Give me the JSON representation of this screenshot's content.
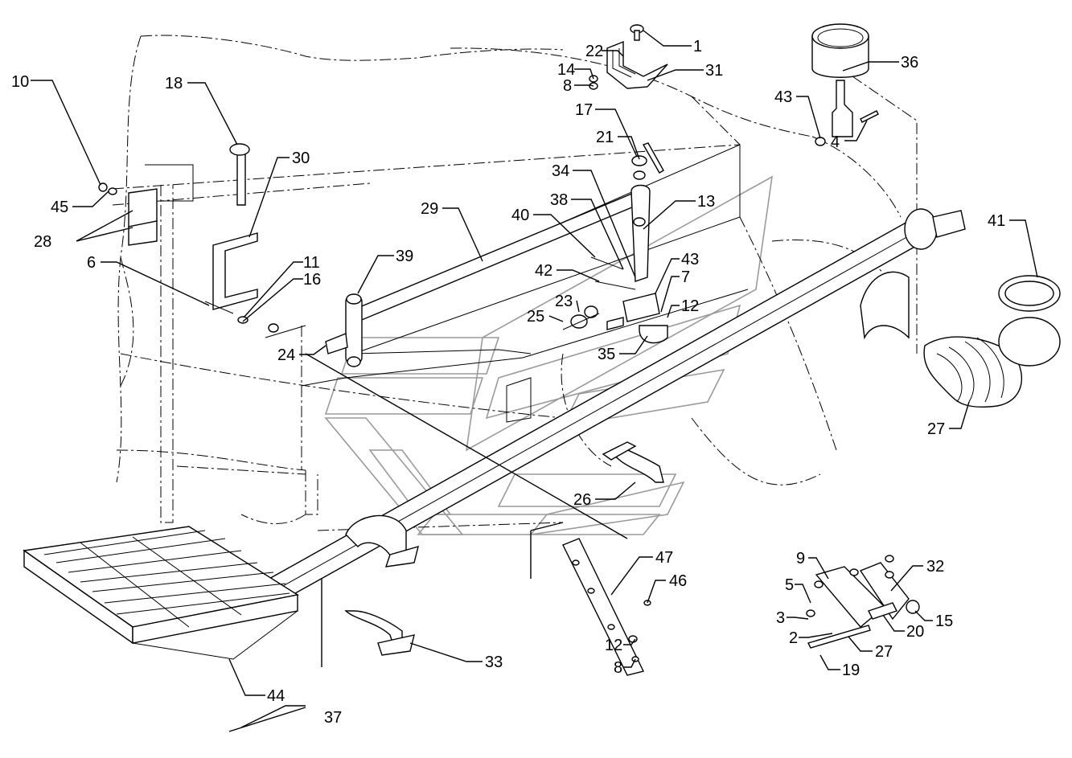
{
  "callouts": {
    "c1": "1",
    "c22": "22",
    "c14": "14",
    "c8a": "8",
    "c31": "31",
    "c36": "36",
    "c43a": "43",
    "c4": "4",
    "c10": "10",
    "c18": "18",
    "c17": "17",
    "c21": "21",
    "c30": "30",
    "c45": "45",
    "c34": "34",
    "c28": "28",
    "c29": "29",
    "c40": "40",
    "c38": "38",
    "c13": "13",
    "c41": "41",
    "c6": "6",
    "c11": "11",
    "c16": "16",
    "c39": "39",
    "c42": "42",
    "c43b": "43",
    "c7": "7",
    "c23": "23",
    "c12a": "12",
    "c25": "25",
    "c24": "24",
    "c35": "35",
    "c27a": "27",
    "c26": "26",
    "c47": "47",
    "c46": "46",
    "c9": "9",
    "c32": "32",
    "c5": "5",
    "c3": "3",
    "c20": "20",
    "c15": "15",
    "c2": "2",
    "c27b": "27",
    "c19": "19",
    "c12b": "12",
    "c8b": "8",
    "c33": "33",
    "c44": "44",
    "c37": "37"
  }
}
